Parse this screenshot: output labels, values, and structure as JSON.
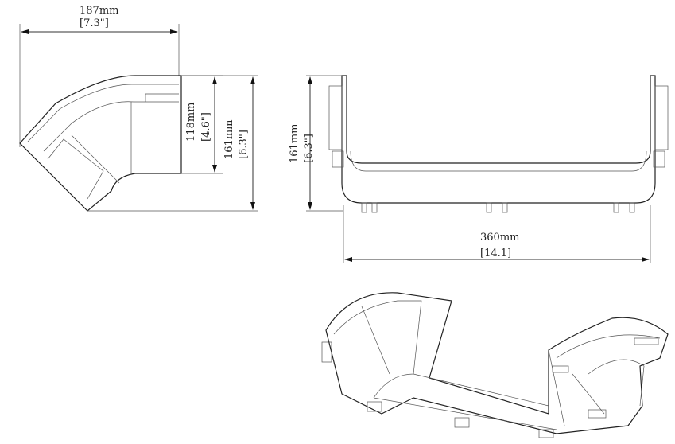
{
  "side_view": {
    "width_mm": "187mm",
    "width_in": "[7.3\"]",
    "inner_height_mm": "118mm",
    "inner_height_in": "[4.6\"]",
    "height_mm": "161mm",
    "height_in": "[6.3\"]"
  },
  "front_view": {
    "height_mm": "161mm",
    "height_in": "[6.3\"]",
    "length_mm": "360mm",
    "length_in": "[14.1]"
  }
}
